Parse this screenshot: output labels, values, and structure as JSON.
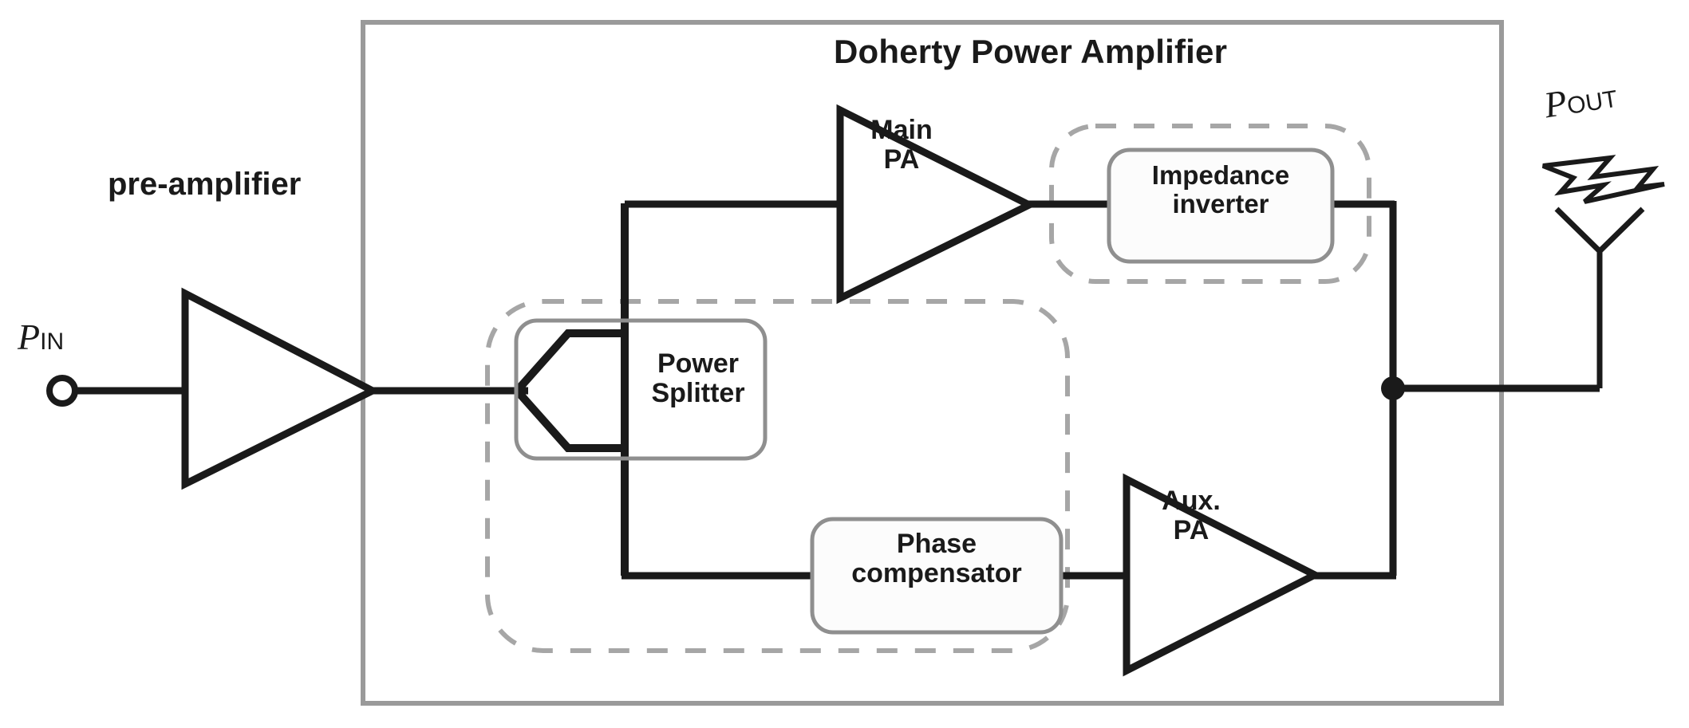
{
  "diagram": {
    "type": "block-diagram",
    "title": "Doherty Power Amplifier",
    "background": "#ffffff",
    "stroke_dark": "#1a1a1a",
    "stroke_gray": "#9a9a9a",
    "stroke_dashed": "#a6a6a6"
  },
  "ports": {
    "input": {
      "symbol": "P",
      "subscript": "IN",
      "terminal": "open-circle"
    },
    "output": {
      "symbol": "P",
      "subscript": "OUT",
      "icon": "antenna-with-lightning-bolt"
    }
  },
  "blocks": {
    "preamp": {
      "label": "pre-amplifier",
      "shape": "triangle-amplifier"
    },
    "main_pa": {
      "line1": "Main",
      "line2": "PA",
      "shape": "triangle-amplifier"
    },
    "aux_pa": {
      "line1": "Aux.",
      "line2": "PA",
      "shape": "triangle-amplifier"
    },
    "power_splitter": {
      "line1": "Power",
      "line2": "Splitter",
      "shape": "rounded-rect-with-chevron"
    },
    "impedance_inverter": {
      "line1": "Impedance",
      "line2": "inverter",
      "shape": "rounded-rect"
    },
    "phase_compensator": {
      "line1": "Phase",
      "line2": "compensator",
      "shape": "rounded-rect"
    }
  },
  "groups": {
    "doherty_boundary": {
      "style": "solid",
      "color": "#9a9a9a"
    },
    "splitter_dashed_group": {
      "style": "dashed",
      "color": "#a6a6a6"
    },
    "inverter_dashed_group": {
      "style": "dashed",
      "color": "#a6a6a6"
    }
  },
  "nodes": {
    "output_junction": {
      "style": "filled-dot"
    }
  }
}
